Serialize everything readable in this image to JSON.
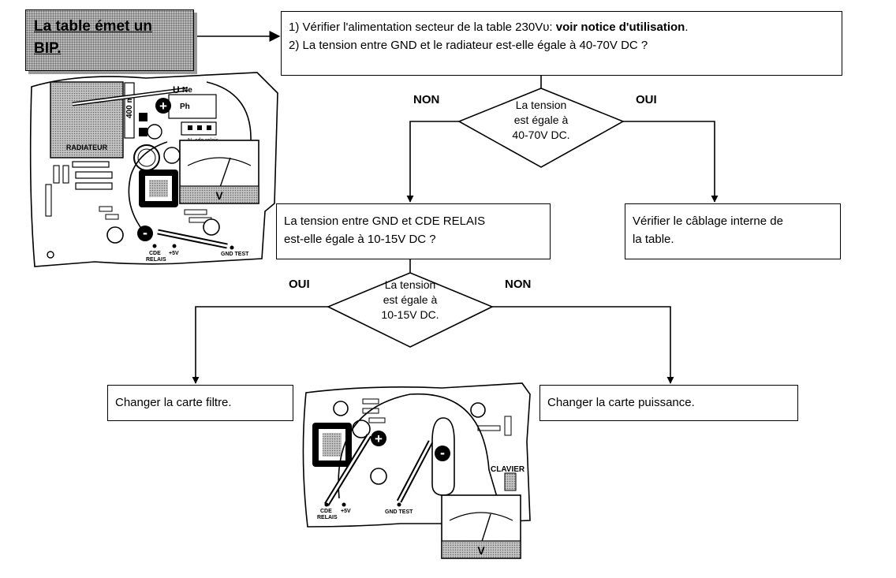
{
  "title": {
    "line1": "La table émet un",
    "line2": "BIP."
  },
  "step1": {
    "line1_prefix": "1) Vérifier l'alimentation secteur de la table 230Vυ: ",
    "line1_bold": "voir notice d'utilisation",
    "line1_suffix": ".",
    "line2": "2) La tension entre GND et le radiateur est-elle égale à 40-70V DC ?"
  },
  "decision1": {
    "line1": "La tension",
    "line2": "est égale à",
    "line3": "40-70V DC."
  },
  "decision1_no": "NON",
  "decision1_yes": "OUI",
  "box_relais": {
    "line1": "La tension entre GND et CDE RELAIS",
    "line2": "est-elle égale à 10-15V DC ?"
  },
  "box_cablage": {
    "line1": "Vérifier le câblage interne de",
    "line2": "la table."
  },
  "decision2": {
    "line1": "La tension",
    "line2": "est égale à",
    "line3": "10-15V DC."
  },
  "decision2_yes": "OUI",
  "decision2_no": "NON",
  "box_filtre": "Changer la carte filtre.",
  "box_puissance": "Changer la carte puissance.",
  "figure1": {
    "voltage_top": "U",
    "ne_label": "Ne",
    "ph_label": "Ph",
    "plus_label": "+",
    "minus_label": "-",
    "probe_label": "400 m",
    "connector_label": "N. cde relais",
    "radiator_label": "RADIATEUR",
    "meter_label": "V",
    "cde_label": "CDE",
    "relais_label": "RELAIS",
    "plus5_label": "+5V",
    "gnd_label": "GND TEST"
  },
  "figure2": {
    "plus_label": "+",
    "minus_label": "-",
    "clavier_label": "CLAVIER",
    "meter_label": "V",
    "cde_label": "CDE",
    "relais_label": "RELAIS",
    "plus5_label": "+5V",
    "gnd_label": "GND TEST"
  }
}
